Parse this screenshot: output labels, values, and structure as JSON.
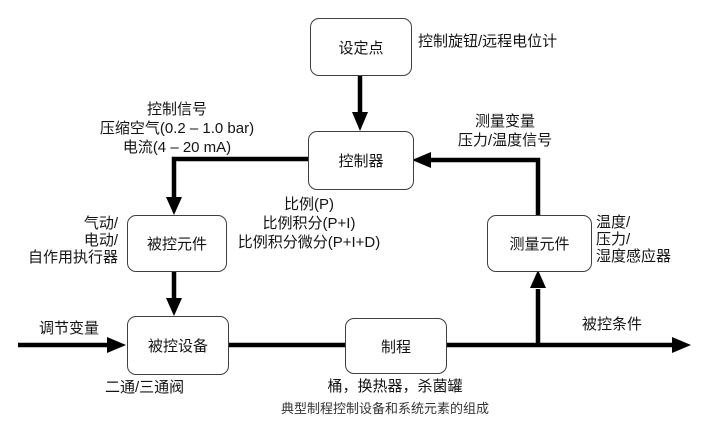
{
  "diagram": {
    "caption": "典型制程控制设备和系统元素的组成",
    "nodes": {
      "setpoint": "设定点",
      "controller": "控制器",
      "final_control_element": "被控元件",
      "controlled_device": "被控设备",
      "process": "制程",
      "measuring_element": "测量元件"
    },
    "labels": {
      "setpoint_note": "控制旋钮/远程电位计",
      "control_signal": "控制信号\n压缩空气(0.2 – 1.0 bar)\n电流(4 – 20 mA)",
      "measured_variable": "测量变量\n压力/温度信号",
      "control_modes": "比例(P)\n比例积分(P+I)\n比例积分微分(P+I+D)",
      "actuator_types": "气动/\n电动/\n自作用执行器",
      "sensor_types": "温度/\n压力/\n湿度感应器",
      "manipulated_variable": "调节变量",
      "controlled_condition": "被控条件",
      "valve_types": "二通/三通阀",
      "process_examples": "桶，换热器，杀菌罐"
    },
    "colors": {
      "line": "#000000",
      "box_border": "#3f3f3f",
      "text": "#141414"
    }
  }
}
